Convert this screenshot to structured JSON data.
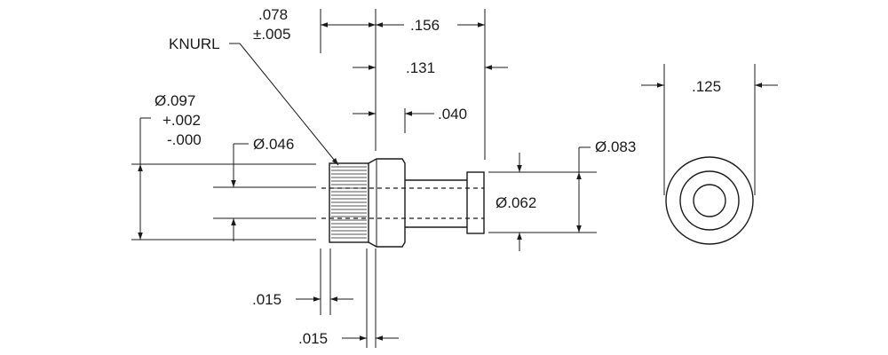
{
  "labels": {
    "knurl": "KNURL",
    "len_knurl_1": ".078",
    "len_knurl_2": "±.005",
    "len_total": ".156",
    "len_shank": ".131",
    "len_collar": ".040",
    "dia_body_1": "Ø.097",
    "dia_body_2": "+.002",
    "dia_body_3": "-.000",
    "dia_bore": "Ø.046",
    "dia_shank": "Ø.062",
    "dia_flange": "Ø.083",
    "end_width": ".125",
    "gap_lower_1": ".015",
    "gap_lower_2": ".015"
  },
  "colors": {
    "ink": "#1a1a1a",
    "paper": "#ffffff"
  }
}
